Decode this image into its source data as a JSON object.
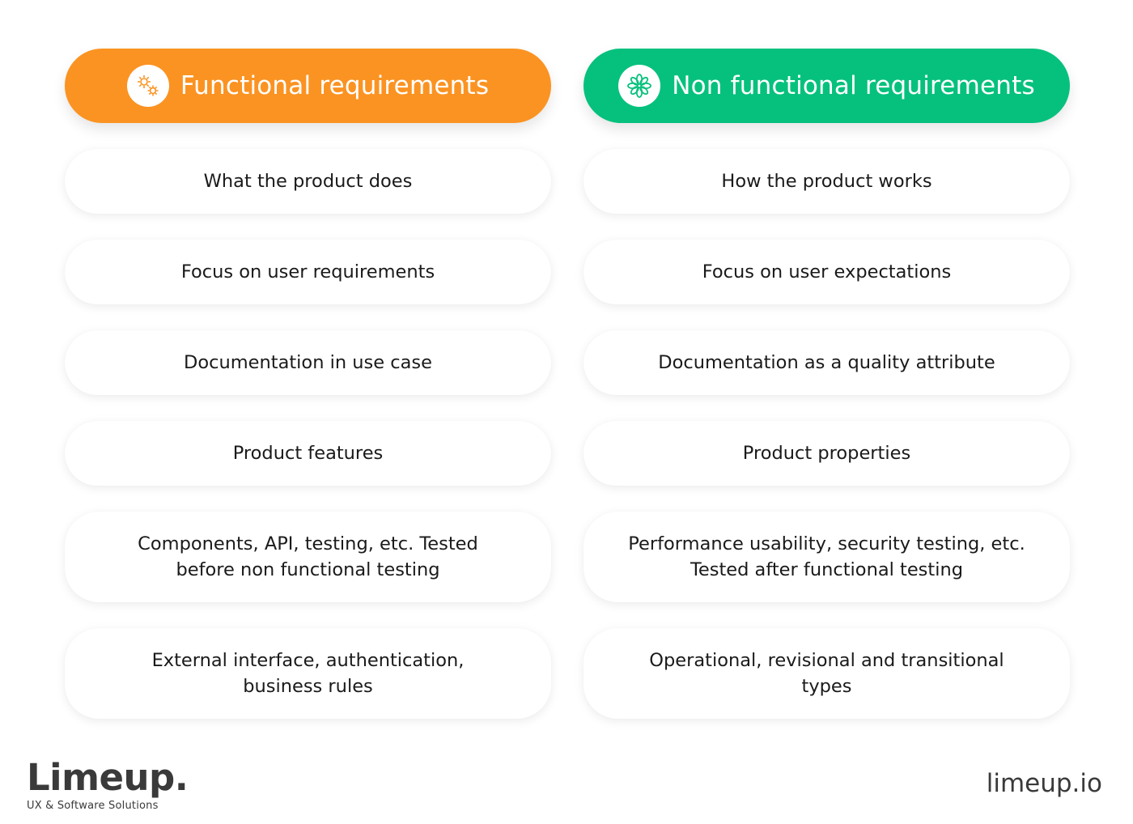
{
  "colors": {
    "functional_accent": "#fb9322",
    "non_functional_accent": "#06c17d",
    "card_text": "#1a1a1a",
    "brand_text": "#3a3a3a"
  },
  "functional": {
    "title": "Functional requirements",
    "icon": "gears-icon",
    "items": [
      "What the product does",
      "Focus on user requirements",
      "Documentation in use case",
      "Product features",
      "Components, API, testing, etc. Tested before non functional testing",
      "External interface, authentication, business rules"
    ]
  },
  "non_functional": {
    "title": "Non functional requirements",
    "icon": "asterisk-flower-icon",
    "items": [
      "How the product works",
      "Focus on user expectations",
      "Documentation as a quality attribute",
      "Product properties",
      "Performance usability, security testing, etc. Tested after functional testing",
      "Operational, revisional and transitional types"
    ]
  },
  "footer": {
    "brand": "Limeup.",
    "tagline": "UX & Software Solutions",
    "site": "limeup.io"
  }
}
